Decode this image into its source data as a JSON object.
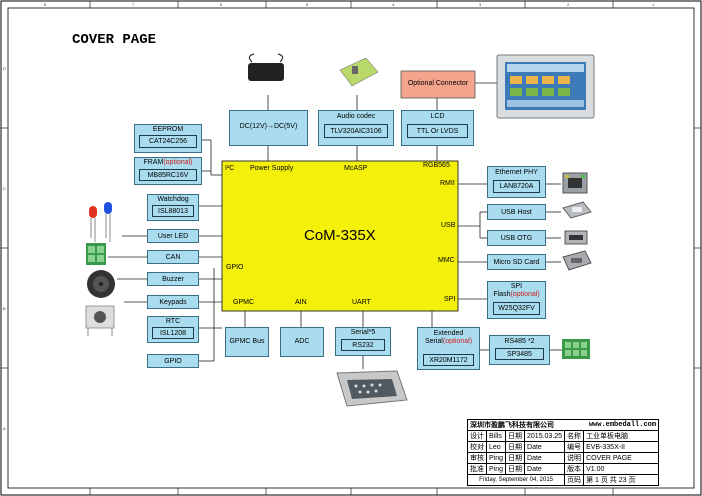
{
  "title": "COVER PAGE",
  "core": "CoM-335X",
  "border": {
    "top": [
      "8",
      "7",
      "6",
      "5",
      "4",
      "3",
      "2",
      "1"
    ],
    "side": [
      "D",
      "C",
      "B",
      "A"
    ]
  },
  "top_blocks": {
    "power": {
      "inner": "DC(12V)→DC(5V)"
    },
    "audio": {
      "title": "Audio codec",
      "inner": "TLV320AIC3106"
    },
    "lcd": {
      "title": "LCD",
      "inner": "TTL Or LVDS"
    },
    "optional_connector": "Optional Connector"
  },
  "left_blocks": {
    "eeprom": {
      "title": "EEPROM",
      "inner": "CAT24C256"
    },
    "fram": {
      "title": "FRAM",
      "title_opt": "(optional)",
      "inner": "MB85RC16V"
    },
    "watchdog": {
      "title": "Watchdog",
      "inner": "ISL88013"
    },
    "user_led": "User LED",
    "can": "CAN",
    "buzzer": "Buzzer",
    "keypads": "Keypads",
    "rtc": {
      "title": "RTC",
      "inner": "ISL1208"
    },
    "gpio": "GPIO"
  },
  "right_blocks": {
    "ethernet": {
      "title": "Ethernet PHY",
      "inner": "LAN8720A"
    },
    "usb_host": "USB Host",
    "usb_otg": "USB OTG",
    "micro_sd": "Micro SD Card",
    "spi_flash": {
      "title1": "SPI",
      "title2": "Flash",
      "title_opt": "(optional)",
      "inner": "W25Q32FV"
    }
  },
  "bottom_blocks": {
    "gpmc_bus": "GPMC Bus",
    "adc": "ADC",
    "serial": {
      "title": "Serial*5",
      "inner": "RS232"
    },
    "ext_serial": {
      "title1": "Extended",
      "title2": "Serial",
      "title_opt": "(optional)",
      "inner": "XR20M1172"
    },
    "rs485": {
      "title": "RS485 *2",
      "inner": "SP3485"
    }
  },
  "core_labels": {
    "i2c": "I²C",
    "power_supply": "Power Supply",
    "mcasp": "McASP",
    "rgb565": "RGB565",
    "rmii": "RMII",
    "usb": "USB",
    "mmc": "MMC",
    "spi": "SPI",
    "gpio": "GPIO",
    "gpmc": "GPMC",
    "ain": "AIN",
    "uart": "UART"
  },
  "title_block": {
    "company": "深圳市盈鹏飞科技有限公司",
    "website": "www.embedall.com",
    "rows": [
      [
        "设计",
        "Bills",
        "日期",
        "2015.03.25",
        "名称",
        "工业单板电脑"
      ],
      [
        "校对",
        "Leo",
        "日期",
        "Date",
        "编号",
        "EVB-335X-II"
      ],
      [
        "审核",
        "Ping",
        "日期",
        "Date",
        "说明",
        "COVER PAGE"
      ],
      [
        "批准",
        "Ping",
        "日期",
        "Date",
        "版本",
        "V1.00"
      ]
    ],
    "footer_date": "Friday, September 04, 2015",
    "page_label": "页码",
    "page_text": "第  1  页 共 23 页"
  },
  "colors": {
    "core": "#f5f00a",
    "block": "#a9dcee",
    "connector": "#f4a48c",
    "line": "#222222"
  }
}
